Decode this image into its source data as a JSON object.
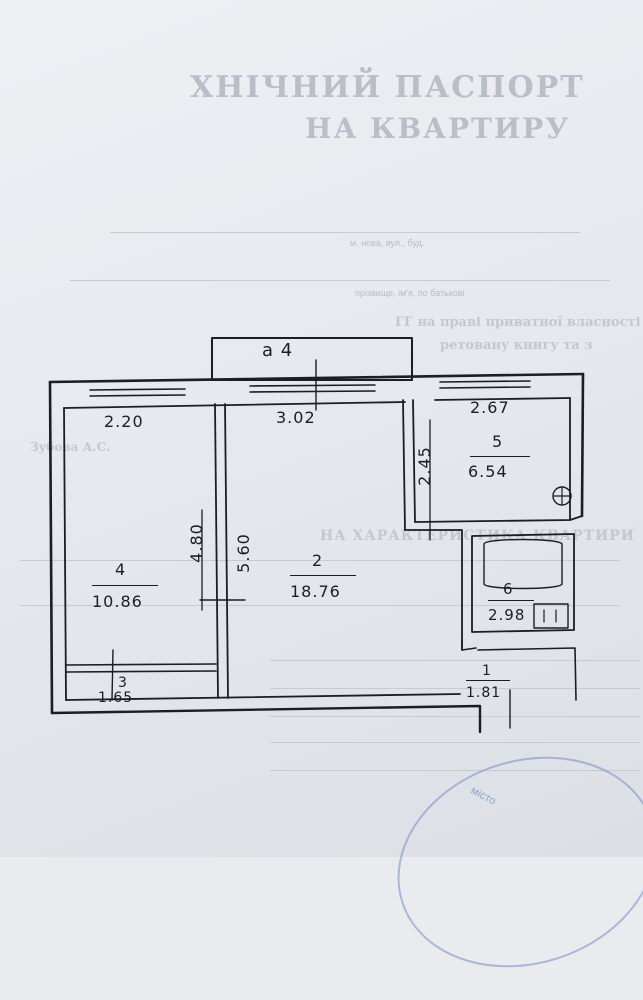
{
  "document": {
    "title_line1": "ХНІЧНИЙ ПАСПОРТ",
    "title_line2": "НА КВАРТИРУ",
    "bg_line_1": "ГГ на праві приватної власності",
    "bg_line_2": "ретовану книгу та з",
    "bg_heading": "НА ХАРАКТЕРИСТИКА КВАРТИРИ",
    "bg_name": "Зубова А.С.",
    "caption_small_1": "м. нова, вул., буд.",
    "caption_small_2": "прізвище, ім'я, по батькові",
    "stamp_text": "місто"
  },
  "plan": {
    "balcony_label": "а 4",
    "dimensions": {
      "room4_width": "2.20",
      "room2_width": "3.02",
      "room5_width": "2.67",
      "room5_depth": "2.45",
      "room4_depth": "4.80",
      "room2_depth": "5.60"
    },
    "rooms": [
      {
        "number": "4",
        "area": "10.86"
      },
      {
        "number": "2",
        "area": "18.76"
      },
      {
        "number": "5",
        "area": "6.54"
      },
      {
        "number": "3",
        "area": "1.65"
      },
      {
        "number": "6",
        "area": "2.98"
      },
      {
        "number": "1",
        "area": "1.81"
      }
    ]
  }
}
